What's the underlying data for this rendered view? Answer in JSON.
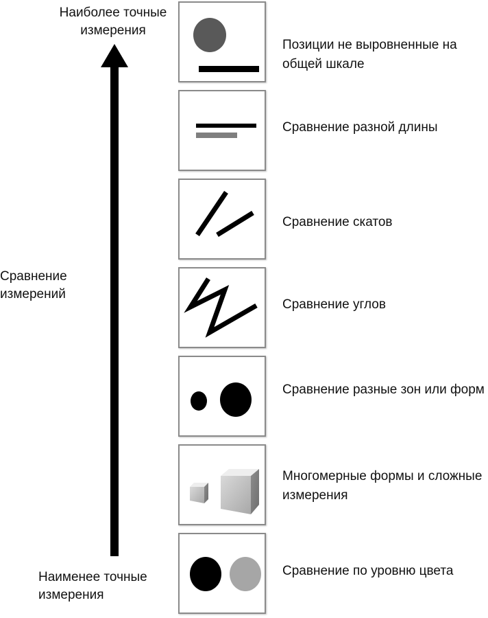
{
  "axis": {
    "top_label": "Наиболее точные измерения",
    "middle_label": "Сравнение измерений",
    "bottom_label": "Наименее точные измерения"
  },
  "items": [
    {
      "label": "Позиции не выровненные на общей шкале",
      "icon": "position-icon"
    },
    {
      "label": "Сравнение разной длины",
      "icon": "length-icon"
    },
    {
      "label": "Сравнение скатов",
      "icon": "slope-icon"
    },
    {
      "label": "Сравнение углов",
      "icon": "angle-icon"
    },
    {
      "label": "Сравнение разные зон или форм",
      "icon": "area-icon"
    },
    {
      "label": "Многомерные формы и сложные измерения",
      "icon": "volume-icon"
    },
    {
      "label": "Сравнение по уровню цвета",
      "icon": "color-shade-icon"
    }
  ],
  "colors": {
    "black": "#000000",
    "dark_gray": "#595959",
    "mid_gray": "#7f7f7f",
    "light_gray": "#a6a6a6",
    "border": "#8a8a8a"
  }
}
